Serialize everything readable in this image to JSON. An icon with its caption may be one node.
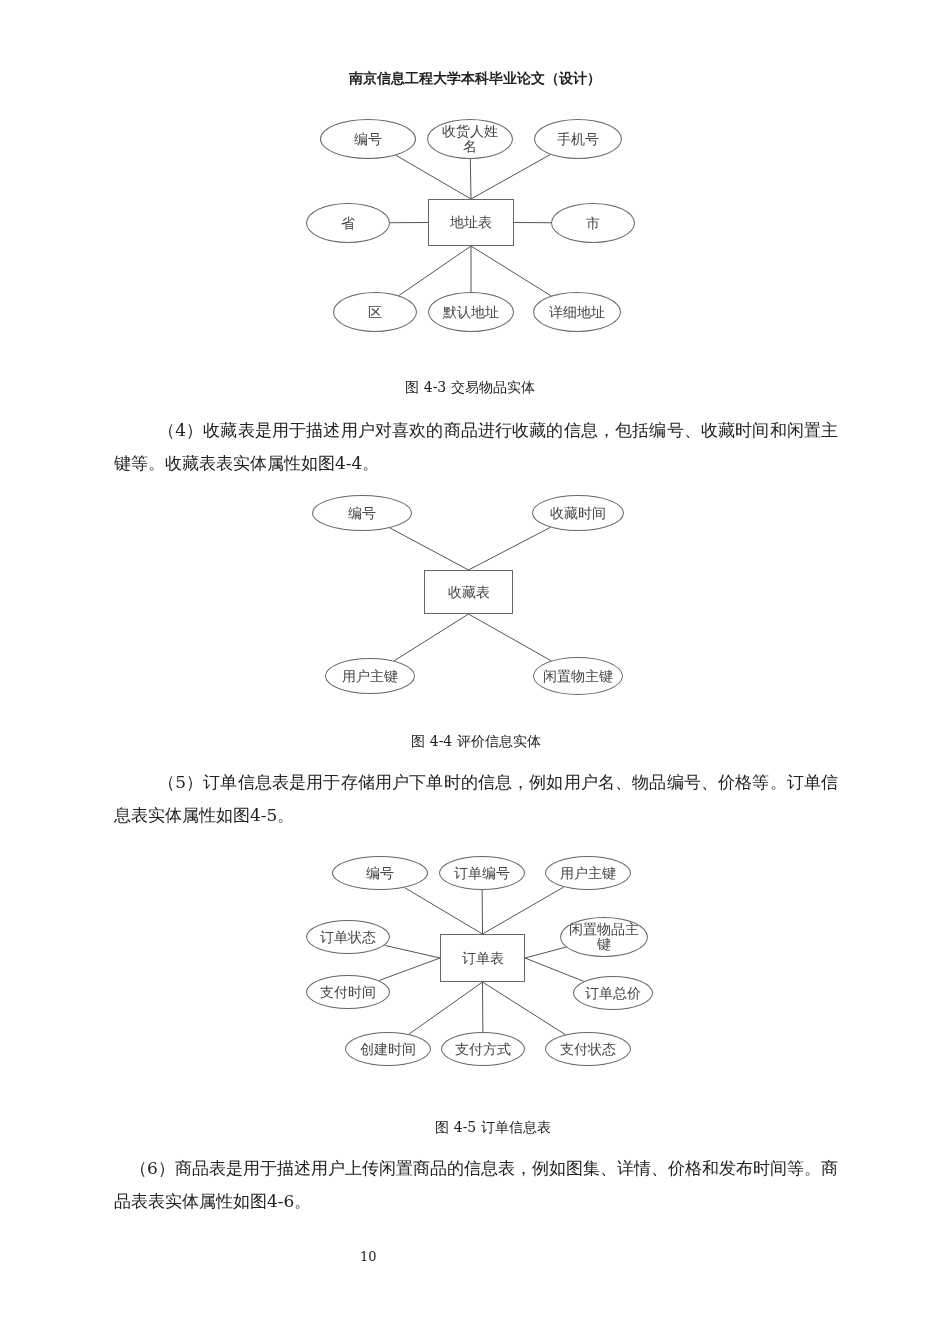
{
  "diagram": {
    "nodes": [
      {
        "text": [
          "编号"
        ]
      },
      {
        "text": [
          "收货人姓名"
        ]
      },
      {
        "text": [
          "手机号"
        ]
      },
      {
        "text": [
          "省"
        ]
      },
      {
        "text": [
          "地址表"
        ]
      },
      {
        "text": [
          "市"
        ]
      },
      {
        "text": [
          "区"
        ]
      },
      {
        "text": [
          "默认地址"
        ]
      },
      {
        "text": [
          "详细地址"
        ]
      },
      {
        "text": [
          "编号"
        ]
      },
      {
        "text": [
          "收藏时间"
        ]
      },
      {
        "text": [
          "收藏表"
        ]
      },
      {
        "text": [
          "用户主键"
        ]
      },
      {
        "text": [
          "闲置物主键"
        ]
      },
      {
        "text": [
          "编号"
        ]
      },
      {
        "text": [
          "订单编号"
        ]
      },
      {
        "text": [
          "用户主键"
        ]
      },
      {
        "text": [
          "订单状态"
        ]
      },
      {
        "text": [
          "订单表"
        ]
      },
      {
        "text": [
          "闲置物品主键"
        ]
      },
      {
        "text": [
          "支付时间"
        ]
      },
      {
        "text": [
          "订单总价"
        ]
      },
      {
        "text": [
          "创建时间"
        ]
      },
      {
        "text": [
          "支付方式"
        ]
      },
      {
        "text": [
          "支付状态"
        ]
      }
    ],
    "edges": [
      {
        "from": 0,
        "to": 4,
        "arrow": "none"
      },
      {
        "from": 1,
        "to": 4,
        "arrow": "none"
      },
      {
        "from": 2,
        "to": 4,
        "arrow": "none"
      },
      {
        "from": 3,
        "to": 4,
        "arrow": "none"
      },
      {
        "from": 5,
        "to": 4,
        "arrow": "none"
      },
      {
        "from": 6,
        "to": 4,
        "arrow": "none"
      },
      {
        "from": 7,
        "to": 4,
        "arrow": "none"
      },
      {
        "from": 8,
        "to": 4,
        "arrow": "none"
      },
      {
        "from": 9,
        "to": 11,
        "arrow": "none"
      },
      {
        "from": 10,
        "to": 11,
        "arrow": "none"
      },
      {
        "from": 12,
        "to": 11,
        "arrow": "none"
      },
      {
        "from": 13,
        "to": 11,
        "arrow": "none"
      },
      {
        "from": 14,
        "to": 18,
        "arrow": "none"
      },
      {
        "from": 15,
        "to": 18,
        "arrow": "none"
      },
      {
        "from": 16,
        "to": 18,
        "arrow": "none"
      },
      {
        "from": 17,
        "to": 18,
        "arrow": "none"
      },
      {
        "from": 19,
        "to": 18,
        "arrow": "none"
      },
      {
        "from": 20,
        "to": 18,
        "arrow": "none"
      },
      {
        "from": 21,
        "to": 18,
        "arrow": "none"
      },
      {
        "from": 22,
        "to": 18,
        "arrow": "none"
      },
      {
        "from": 23,
        "to": 18,
        "arrow": "none"
      },
      {
        "from": 24,
        "to": 18,
        "arrow": "none"
      }
    ],
    "labels": [
      "南京信息工程大学本科毕业论文（设计）",
      "图 4-3 交易物品实体",
      "（4）收藏表是用于描述用户对喜欢的商品进行收藏的信息，包括编号、收藏时间和闲置主键等。收藏表表实体属性如图4-4。",
      "图 4-4 评价信息实体",
      "（5）订单信息表是用于存储用户下单时的信息，例如用户名、物品编号、价格等。订单信息表实体属性如图4-5。",
      "图 4-5 订单信息表",
      "（6）商品表是用于描述用户上传闲置商品的信息表，例如图集、详情、价格和发布时间等。商品表表实体属性如图4-6。",
      "10"
    ]
  }
}
